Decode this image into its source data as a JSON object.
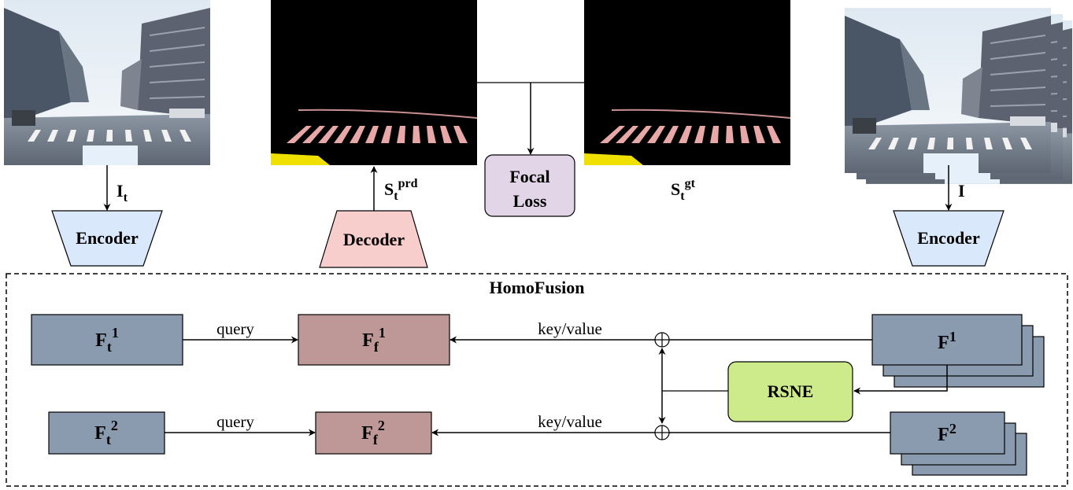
{
  "encoder_left": {
    "label": "Encoder",
    "input_label": "I",
    "input_sub": "t"
  },
  "decoder": {
    "label": "Decoder",
    "output_label": "S",
    "output_sub": "t",
    "output_sup": "prd"
  },
  "loss": {
    "line1": "Focal",
    "line2": "Loss"
  },
  "ground_truth": {
    "label": "S",
    "sub": "t",
    "sup": "gt"
  },
  "encoder_right": {
    "label": "Encoder",
    "input_label": "I"
  },
  "homofusion": {
    "title": "HomoFusion",
    "row1": {
      "ft": {
        "base": "F",
        "sub": "t",
        "sup": "1"
      },
      "query_label": "query",
      "ff": {
        "base": "F",
        "sub": "f",
        "sup": "1"
      },
      "kv_label": "key/value",
      "fr": {
        "base": "F",
        "sup": "1"
      }
    },
    "row2": {
      "ft": {
        "base": "F",
        "sub": "t",
        "sup": "2"
      },
      "query_label": "query",
      "ff": {
        "base": "F",
        "sub": "f",
        "sup": "2"
      },
      "kv_label": "key/value",
      "fr": {
        "base": "F",
        "sup": "2"
      }
    },
    "rsne": {
      "label": "RSNE"
    }
  },
  "colors": {
    "encoder_fill": "#dae8fc",
    "decoder_fill": "#f8cecc",
    "loss_fill": "#e1d5e7",
    "rsne_fill": "#cdeb8b",
    "feature_fill": "#8a9bb0",
    "fused_fill": "#bd9896",
    "road_marking": "#e8a8a8",
    "lane_yellow": "#f0e000"
  }
}
